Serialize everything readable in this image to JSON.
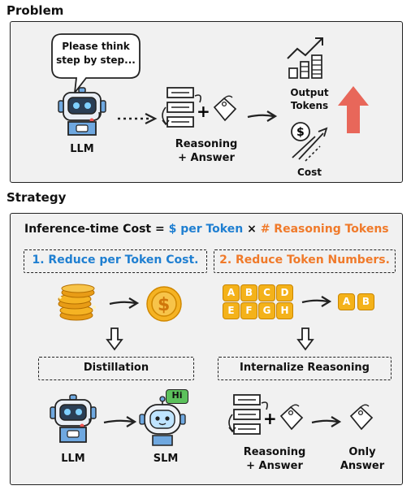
{
  "problem": {
    "heading": "Problem",
    "speech_bubble": [
      "Please think",
      "step by step..."
    ],
    "llm_label": "LLM",
    "reasoning_answer": [
      "Reasoning",
      "+ Answer"
    ],
    "output_tokens": [
      "Output",
      "Tokens"
    ],
    "cost_label": "Cost"
  },
  "strategy": {
    "heading": "Strategy",
    "formula": {
      "lhs": "Inference-time Cost =",
      "term1": "$ per Token",
      "times": "×",
      "term2": "# Reasoning Tokens"
    },
    "left": {
      "title": "1. Reduce per Token Cost.",
      "method": "Distillation",
      "llm_label": "LLM",
      "slm_label": "SLM",
      "slm_bubble": "Hi"
    },
    "right": {
      "title": "2. Reduce Token Numbers.",
      "method": "Internalize Reasoning",
      "letters_full": [
        "A",
        "B",
        "C",
        "D",
        "E",
        "F",
        "G",
        "H"
      ],
      "letters_reduced": [
        "A",
        "B"
      ],
      "reasoning_answer": [
        "Reasoning",
        "+ Answer"
      ],
      "only_answer": [
        "Only",
        "Answer"
      ]
    }
  },
  "colors": {
    "blue": "#1f7fd1",
    "orange": "#f07a2a",
    "red_arrow": "#e8675a",
    "coin": "#f5b323",
    "robot_blue": "#6fa8e0"
  }
}
